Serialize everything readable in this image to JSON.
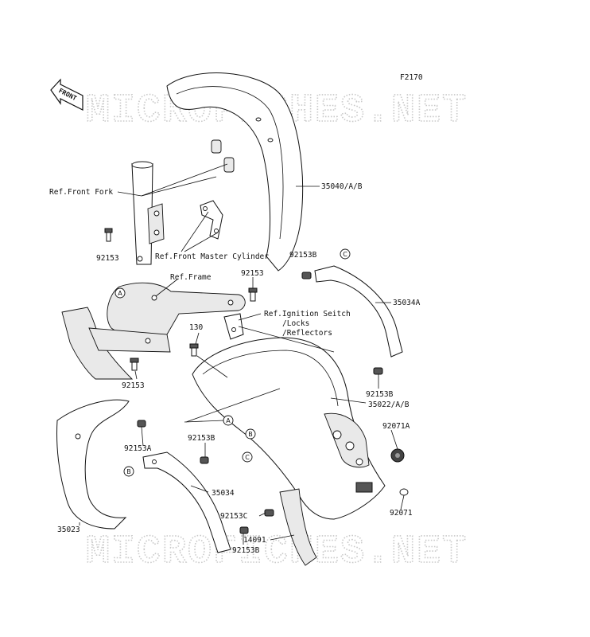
{
  "figure_code": "F2170",
  "front_arrow_label": "FRONT",
  "watermark": "MICROFICHES.NET",
  "refs": {
    "front_fork": "Ref.Front Fork",
    "front_master_cylinder": "Ref.Front Master Cylinder",
    "frame": "Ref.Frame",
    "ignition_line1": "Ref.Ignition Seitch",
    "ignition_line2": "/Locks",
    "ignition_line3": "/Reflectors"
  },
  "part_labels": {
    "p35040": "35040/A/B",
    "p92153_a": "92153",
    "p92153b_top": "92153B",
    "p92153_frame": "92153",
    "p35034a": "35034A",
    "p130": "130",
    "p92153_left": "92153",
    "p92153b_right": "92153B",
    "p35022": "35022/A/B",
    "p92071a": "92071A",
    "p92153a": "92153A",
    "p92153b_mid": "92153B",
    "p35034": "35034",
    "p92071": "92071",
    "p92153c": "92153C",
    "p35023": "35023",
    "p14091": "14091",
    "p92153b_bottom": "92153B"
  },
  "callouts": {
    "a": "A",
    "b": "B",
    "c": "C"
  }
}
